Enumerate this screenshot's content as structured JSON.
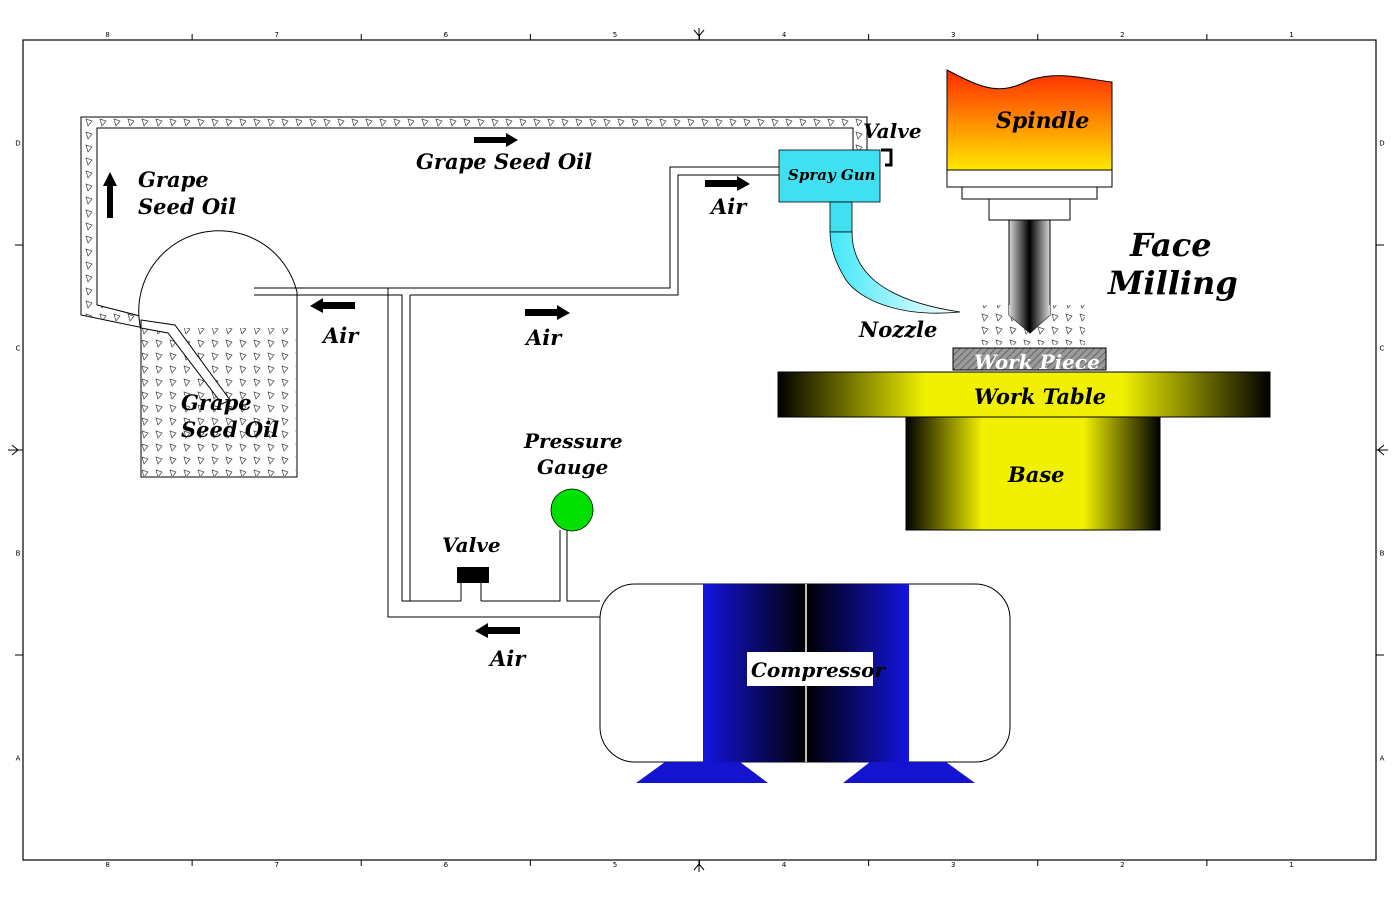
{
  "border": {
    "columns": [
      "8",
      "7",
      "6",
      "5",
      "4",
      "3",
      "2",
      "1"
    ],
    "rows": [
      "D",
      "C",
      "B",
      "A"
    ]
  },
  "labels": {
    "grape_seed_oil_top": "Grape Seed Oil",
    "grape_seed_oil_left_1": "Grape",
    "grape_seed_oil_left_2": "Seed Oil",
    "grape_seed_oil_tank_1": "Grape",
    "grape_seed_oil_tank_2": "Seed Oil",
    "air_tank": "Air",
    "air_middle": "Air",
    "air_spray": "Air",
    "air_bottom": "Air",
    "valve_top": "Valve",
    "valve_bottom": "Valve",
    "spray_gun": "Spray Gun",
    "nozzle": "Nozzle",
    "spindle": "Spindle",
    "face_milling_1": "Face",
    "face_milling_2": "Milling",
    "work_piece": "Work Piece",
    "work_table": "Work Table",
    "base": "Base",
    "pressure_gauge_1": "Pressure",
    "pressure_gauge_2": "Gauge",
    "compressor": "Compressor"
  },
  "colors": {
    "spray_gun": "#40e0f0",
    "pressure_gauge": "#00e000",
    "compressor_band": "#1010d8",
    "work_table": "#f0f000",
    "spindle_top": "#ff3000",
    "spindle_bottom": "#ffe000"
  }
}
